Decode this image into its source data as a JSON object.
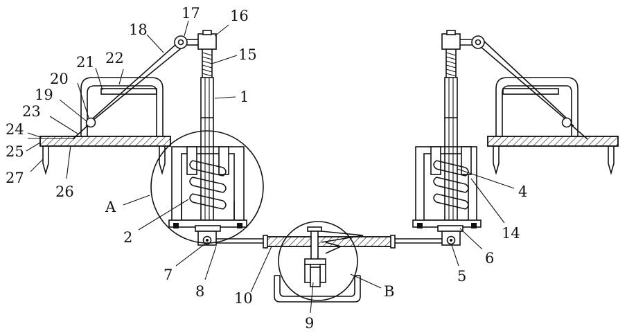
{
  "figure": {
    "labels": {
      "l1": "1",
      "l2": "2",
      "l4": "4",
      "l5": "5",
      "l6": "6",
      "l7": "7",
      "l8": "8",
      "l9": "9",
      "l10": "10",
      "l14": "14",
      "l15": "15",
      "l16": "16",
      "l17": "17",
      "l18": "18",
      "l19": "19",
      "l20": "20",
      "l21": "21",
      "l22": "22",
      "l23": "23",
      "l24": "24",
      "l25": "25",
      "l26": "26",
      "l27": "27",
      "lA": "A",
      "lB": "B"
    }
  }
}
